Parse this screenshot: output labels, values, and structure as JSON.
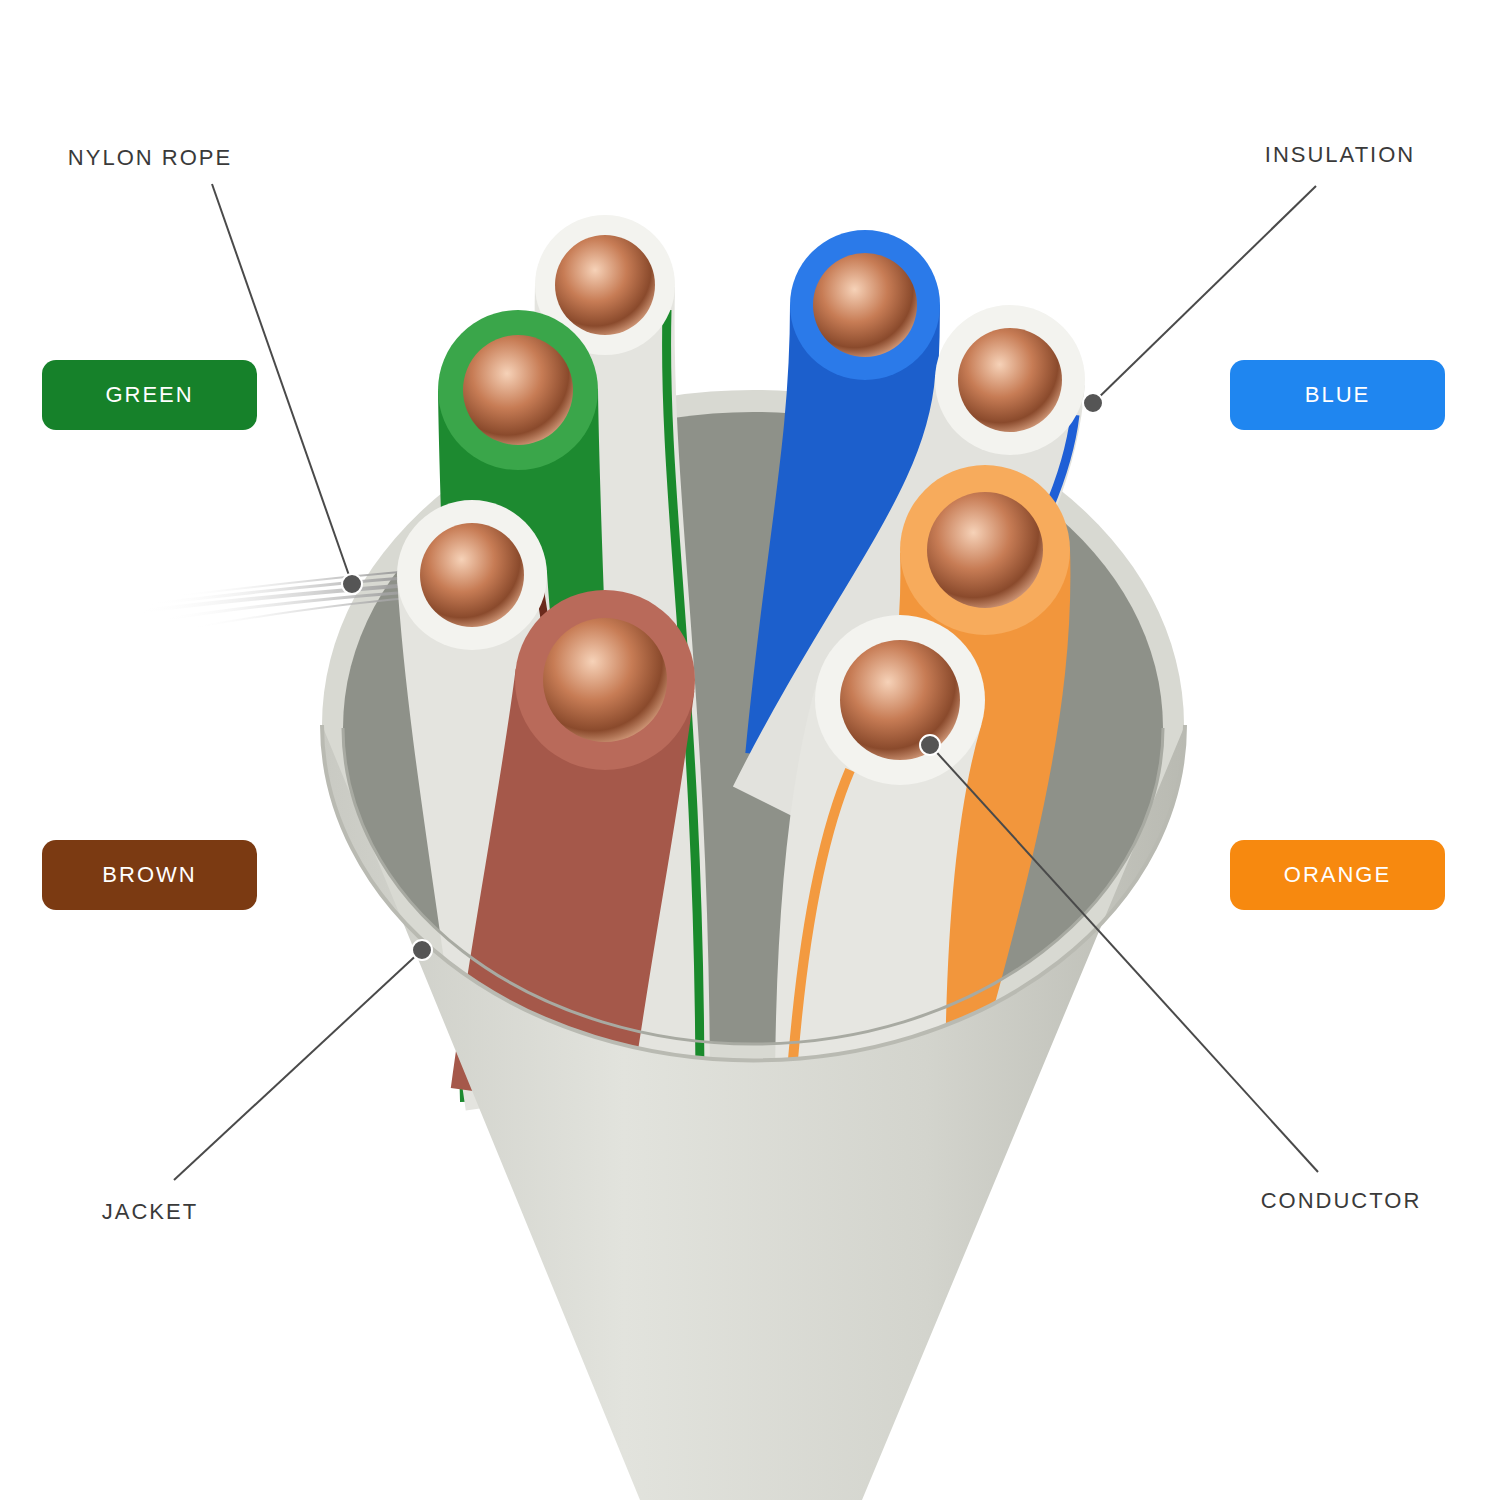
{
  "diagram": {
    "nodes": [
      {
        "text": [
          "GREEN"
        ]
      },
      {
        "text": [
          "BLUE"
        ]
      },
      {
        "text": [
          "BROWN"
        ]
      },
      {
        "text": [
          "ORANGE"
        ]
      }
    ],
    "labels": [
      "NYLON ROPE",
      "INSULATION",
      "JACKET",
      "CONDUCTOR"
    ]
  }
}
